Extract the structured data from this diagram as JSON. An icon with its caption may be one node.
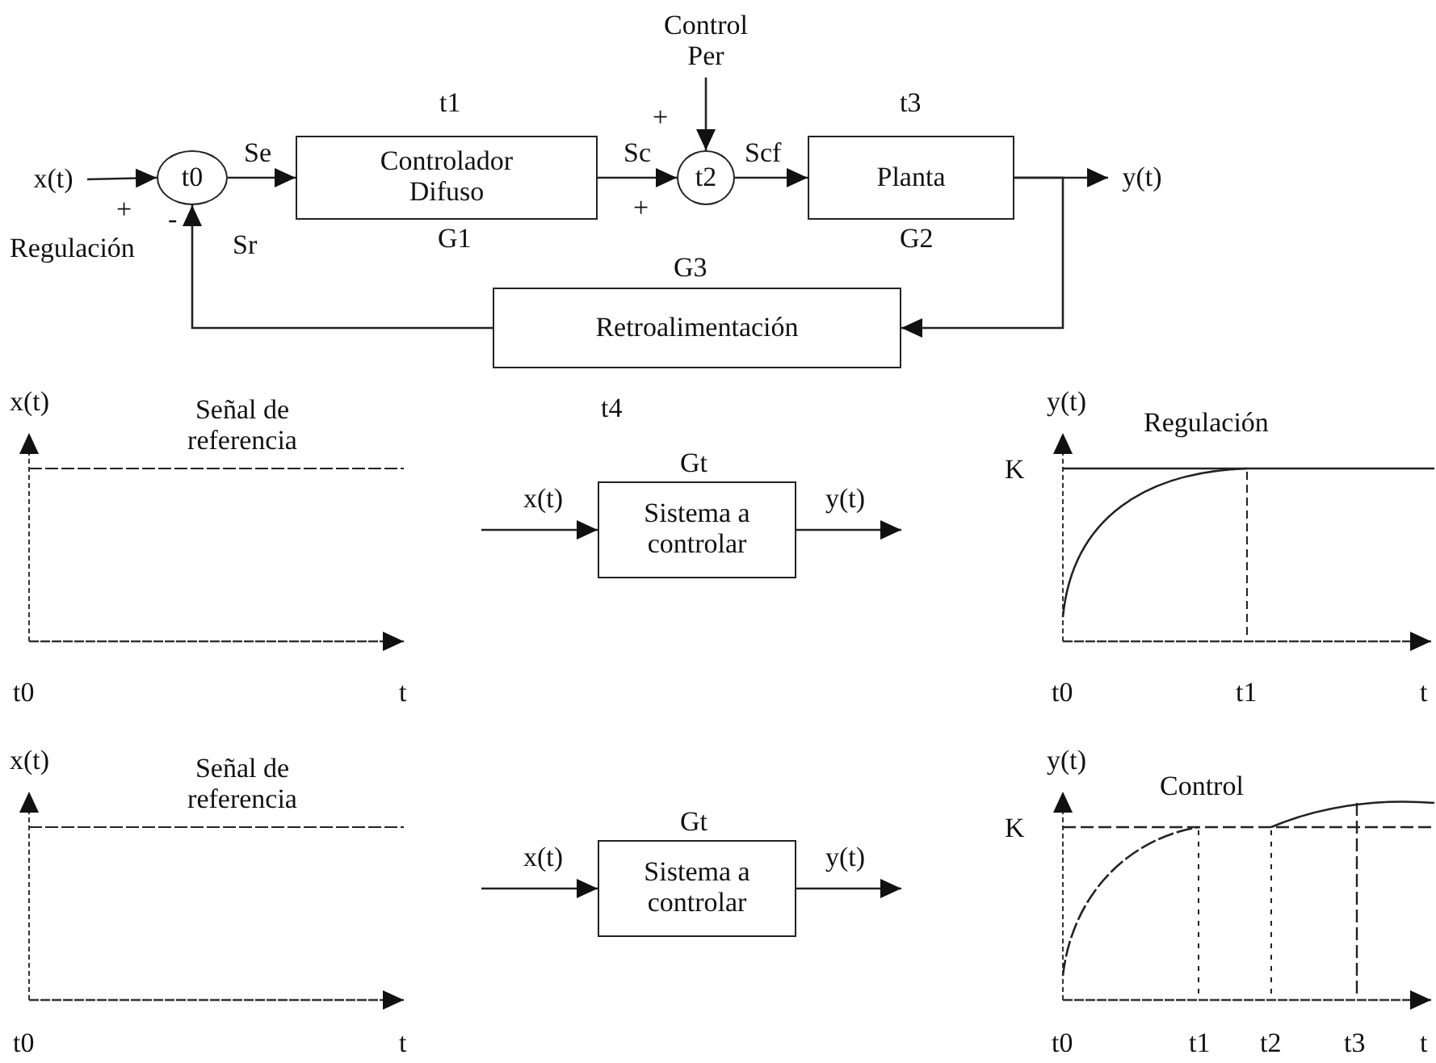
{
  "diagram": {
    "nodes": [
      {
        "text": [
          "x(t)"
        ]
      },
      {
        "text": [
          "t0"
        ]
      },
      {
        "text": [
          "Controlador Difuso"
        ],
        "beside": [
          "t1",
          "G1"
        ]
      },
      {
        "text": [
          "t2"
        ]
      },
      {
        "text": [
          "Control Per"
        ]
      },
      {
        "text": [
          "Planta"
        ],
        "beside": [
          "t3",
          "G2"
        ]
      },
      {
        "text": [
          "y(t)"
        ]
      },
      {
        "text": [
          "Retroalimentación"
        ],
        "beside": [
          "G3",
          "t4"
        ]
      },
      {
        "text": [
          "Sistema a controlar"
        ],
        "beside": [
          "Gt"
        ]
      },
      {
        "text": [
          "Sistema a controlar"
        ],
        "beside": [
          "Gt"
        ]
      }
    ],
    "edges": [
      {
        "from": 0,
        "to": 1,
        "arrow": "to"
      },
      {
        "from": 1,
        "to": 2,
        "arrow": "to",
        "label": "Se"
      },
      {
        "from": 2,
        "to": 3,
        "arrow": "to",
        "label": "Sc"
      },
      {
        "from": 4,
        "to": 3,
        "arrow": "to"
      },
      {
        "from": 3,
        "to": 5,
        "arrow": "to",
        "label": "Scf"
      },
      {
        "from": 5,
        "to": 6,
        "arrow": "to"
      },
      {
        "from": 5,
        "to": 7,
        "arrow": "to"
      },
      {
        "from": 7,
        "to": 1,
        "arrow": "to",
        "label": "Sr"
      },
      {
        "from": null,
        "to": 8,
        "arrow": "to",
        "label": "x(t)"
      },
      {
        "from": 8,
        "to": null,
        "arrow": "to",
        "label": "y(t)"
      },
      {
        "from": null,
        "to": 9,
        "arrow": "to",
        "label": "x(t)"
      },
      {
        "from": 9,
        "to": null,
        "arrow": "to",
        "label": "y(t)"
      }
    ],
    "labels": [
      "+",
      "-",
      "Regulación",
      "+",
      "+",
      "x(t)",
      "Señal de referencia",
      "y(t)",
      "Regulación",
      "K",
      "t0",
      "t",
      "t0",
      "t1",
      "t",
      "x(t)",
      "Señal de referencia",
      "y(t)",
      "Control",
      "K",
      "t0",
      "t",
      "t0",
      "t1",
      "t2",
      "t3",
      "t"
    ]
  }
}
